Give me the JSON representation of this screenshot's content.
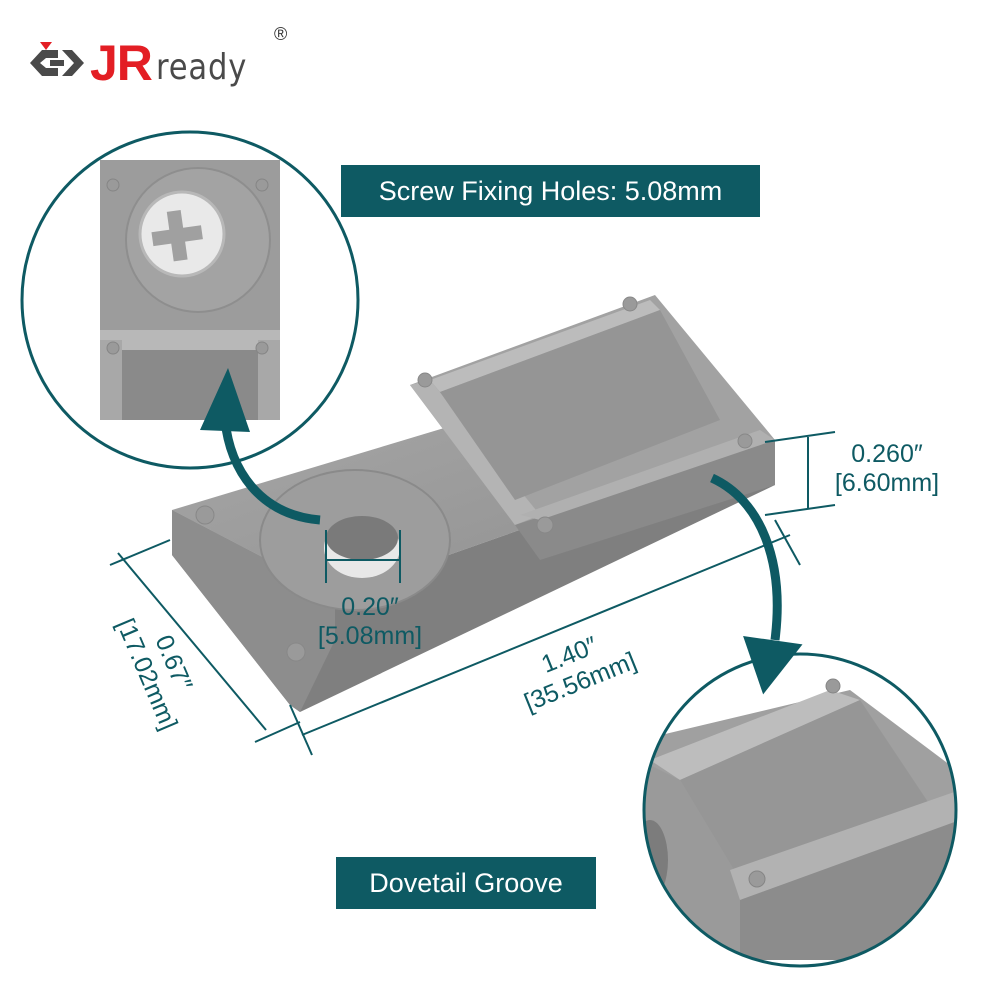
{
  "brand": {
    "name_accent": "JR",
    "name_rest": "ready",
    "registered_mark": "®",
    "accent_color": "#e31e24",
    "logo_gray": "#4a4a4a"
  },
  "callouts": {
    "screw_holes": "Screw Fixing Holes: 5.08mm",
    "dovetail": "Dovetail Groove"
  },
  "dimensions": {
    "height": {
      "in": "0.260″",
      "mm": "[6.60mm]"
    },
    "hole": {
      "in": "0.20″",
      "mm": "[5.08mm]"
    },
    "length": {
      "in": "1.40″",
      "mm": "[35.56mm]"
    },
    "width": {
      "in": "0.67″",
      "mm": "[17.02mm]"
    }
  },
  "colors": {
    "teal": "#0e5a63",
    "part_gray": "#9a9a9a",
    "background": "#ffffff"
  }
}
